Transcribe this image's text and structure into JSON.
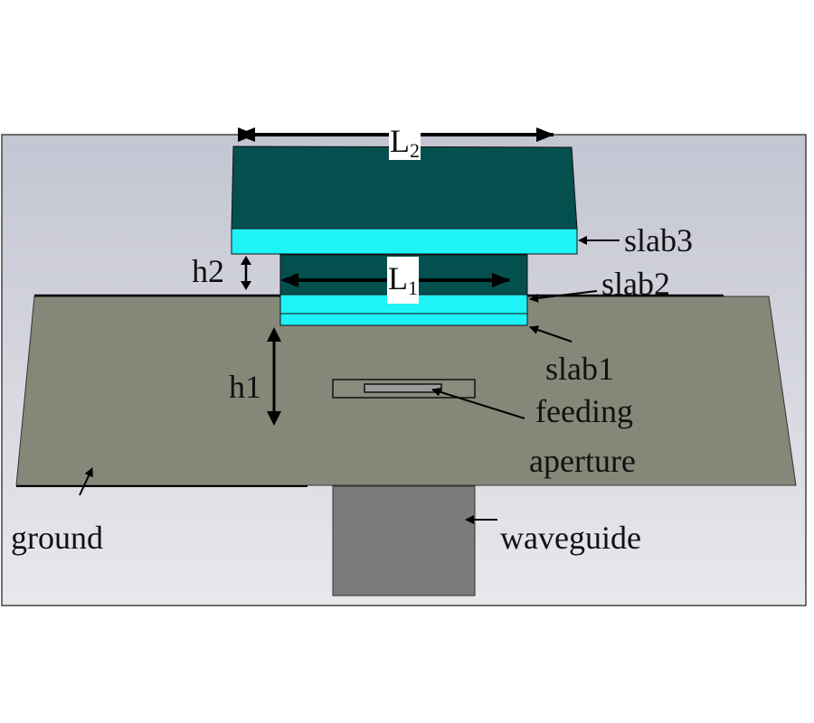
{
  "labels": {
    "L2": "L",
    "L2_sub": "2",
    "L1": "L",
    "L1_sub": "1",
    "h1": "h1",
    "h2": "h2",
    "slab1": "slab1",
    "slab2": "slab2",
    "slab3": "slab3",
    "feeding": "feeding",
    "aperture": "aperture",
    "ground": "ground",
    "waveguide": "waveguide"
  },
  "colors": {
    "background": "#c9cbd6",
    "slab_dark": "#03504f",
    "slab_cyan": "#1ef4f6",
    "ground": "#878779",
    "waveguide": "#7b7b7b"
  }
}
